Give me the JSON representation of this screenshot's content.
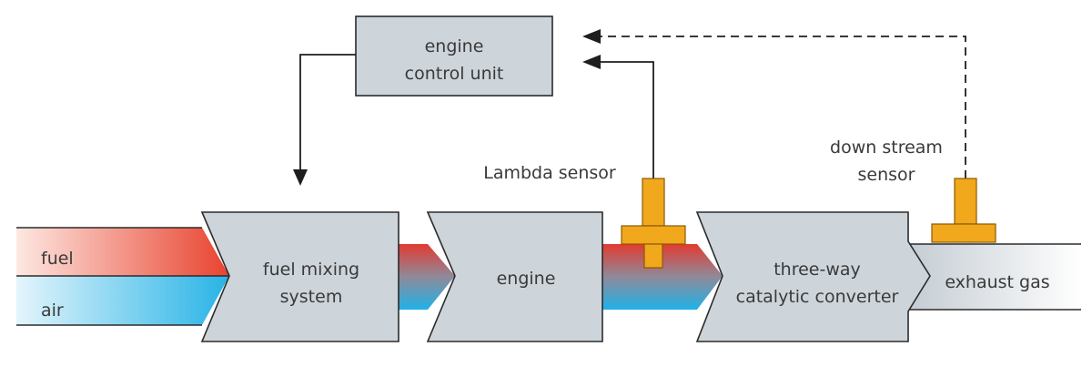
{
  "ecu": {
    "line1": "engine",
    "line2": "control unit"
  },
  "inputs": {
    "fuel": "fuel",
    "air": "air"
  },
  "stages": {
    "mixer_line1": "fuel mixing",
    "mixer_line2": "system",
    "engine": "engine",
    "converter_line1": "three-way",
    "converter_line2": "catalytic converter",
    "exhaust": "exhaust gas"
  },
  "sensors": {
    "lambda": "Lambda sensor",
    "downstream_line1": "down stream",
    "downstream_line2": "sensor"
  },
  "colors": {
    "box_fill": "#cdd5db",
    "fuel": "#e8432f",
    "air": "#27b3e6",
    "sensor": "#f2a81d",
    "exhaust": "#e6e9ec"
  }
}
